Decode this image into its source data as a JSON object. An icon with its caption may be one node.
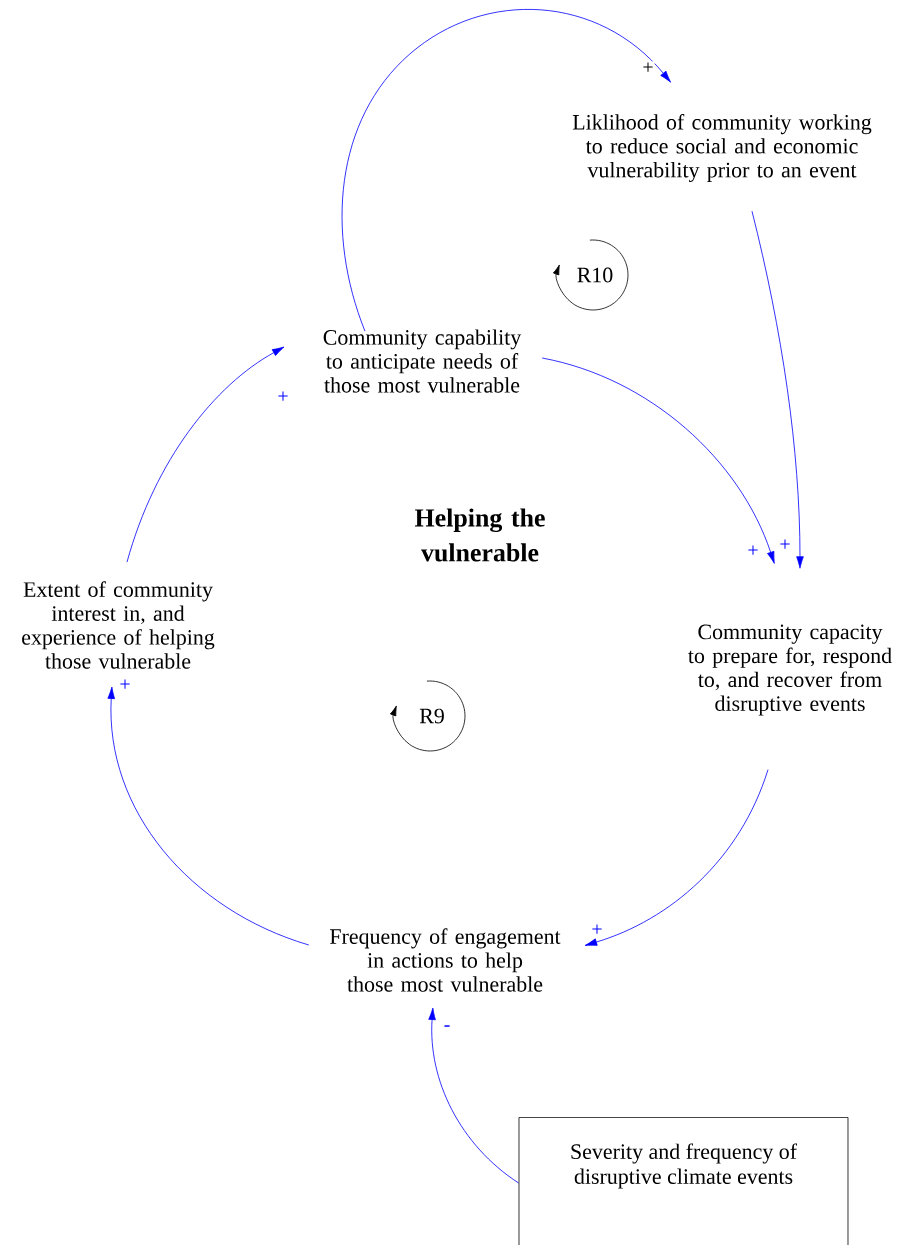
{
  "diagram": {
    "title": "Helping the vulnerable",
    "nodes": [
      {
        "text": [
          "Liklihood of community working to reduce social and economic vulnerability prior to an event"
        ]
      },
      {
        "text": [
          "Community capability to anticipate needs of those most vulnerable"
        ]
      },
      {
        "text": [
          "Extent of community interest in, and experience of helping those vulnerable"
        ]
      },
      {
        "text": [
          "Community capacity to prepare for, respond to, and recover from disruptive events"
        ]
      },
      {
        "text": [
          "Frequency of engagement in actions to help those most vulnerable"
        ]
      },
      {
        "text": [
          "Severity and frequency of disruptive climate events"
        ]
      }
    ],
    "edges": [
      {
        "from": 1,
        "to": 0,
        "arrow": "to",
        "label": "+"
      },
      {
        "from": 0,
        "to": 3,
        "arrow": "to",
        "label": "+"
      },
      {
        "from": 1,
        "to": 3,
        "arrow": "to",
        "label": "+"
      },
      {
        "from": 3,
        "to": 4,
        "arrow": "to",
        "label": "+"
      },
      {
        "from": 4,
        "to": 2,
        "arrow": "to",
        "label": "+"
      },
      {
        "from": 2,
        "to": 1,
        "arrow": "to",
        "label": "+"
      },
      {
        "from": 5,
        "to": 4,
        "arrow": "to",
        "label": "-"
      }
    ],
    "labels": [
      "R10",
      "R9"
    ]
  }
}
